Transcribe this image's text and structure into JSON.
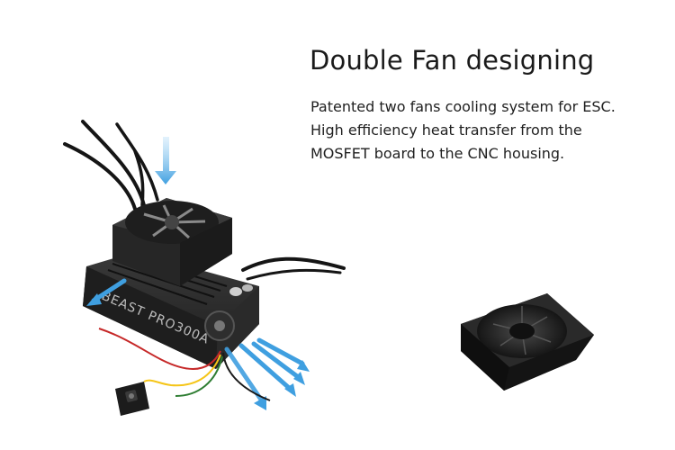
{
  "headline": "Double Fan designing",
  "description": {
    "lines": [
      "Patented two fans cooling system for ESC.",
      "High efficiency heat transfer from the",
      "MOSFET board to the CNC housing."
    ]
  },
  "product": {
    "housing_print": "BEAST PRO300A"
  },
  "colors": {
    "arrow": "#3f9fe0",
    "housing": "#2b2b2b",
    "fan": "#333333"
  },
  "icons": [
    "esc-unit",
    "top-fan",
    "blower-fan",
    "airflow-arrow",
    "switch-module"
  ]
}
